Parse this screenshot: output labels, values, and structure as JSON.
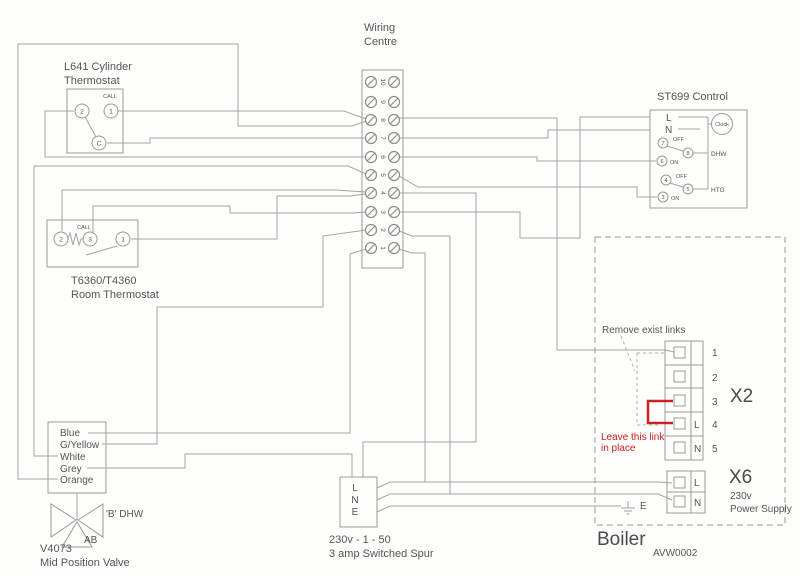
{
  "colors": {
    "line": "#a3a3a3",
    "red": "#cc2222",
    "text": "#555555"
  },
  "components": {
    "wiring_centre": {
      "title1": "Wiring",
      "title2": "Centre",
      "terminals": [
        "1",
        "2",
        "3",
        "4",
        "5",
        "6",
        "7",
        "8",
        "9",
        "10"
      ]
    },
    "cylinder_stat": {
      "title1": "L641 Cylinder",
      "title2": "Thermostat",
      "call": "CALL",
      "t1": "1",
      "t2": "2",
      "tc": "C"
    },
    "room_stat": {
      "title1": "T6360/T4360",
      "title2": "Room Thermostat",
      "call": "CALL",
      "t1": "1",
      "t2": "2",
      "t3": "3"
    },
    "st699": {
      "title": "ST699 Control",
      "l": "L",
      "n": "N",
      "clock": "Clock",
      "t7": "7",
      "off_dhw": "OFF",
      "t8": "8",
      "dhw": "DHW",
      "t6": "6",
      "on_dhw": "ON",
      "t4": "4",
      "off_htg": "OFF",
      "t5": "5",
      "htg": "HTG",
      "t3": "3",
      "on_htg": "ON"
    },
    "valve": {
      "wires": [
        "Blue",
        "G/Yellow",
        "White",
        "Grey",
        "Orange"
      ],
      "port_b": "'B' DHW",
      "port_ab": "AB",
      "title1": "V4073",
      "title2": "Mid Position Valve"
    },
    "spur": {
      "l": "L",
      "n": "N",
      "e": "E",
      "title1": "230v - 1 - 50",
      "title2": "3 amp Switched Spur"
    },
    "boiler": {
      "label": "Boiler",
      "code": "AVW0002",
      "x2_label": "X2",
      "x2_terminals": [
        "1",
        "2",
        "3",
        "4",
        "5"
      ],
      "x2_l": "L",
      "x2_n": "N",
      "note_remove": "Remove exist links",
      "note_leave1": "Leave this link",
      "note_leave2": "in place",
      "x6_label": "X6",
      "x6_l": "L",
      "x6_n": "N",
      "earth": "E",
      "supply1": "230v",
      "supply2": "Power Supply"
    }
  }
}
